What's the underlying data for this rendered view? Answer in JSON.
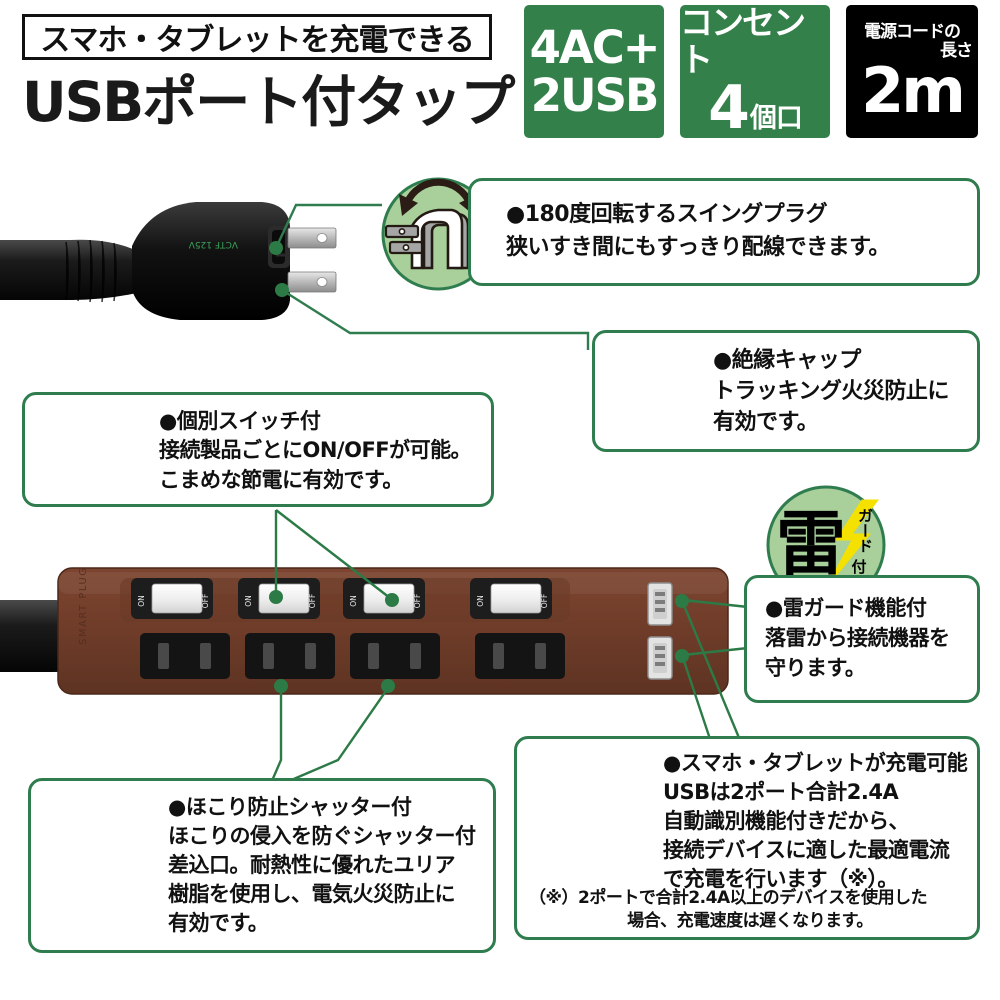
{
  "header": {
    "subtitle": "スマホ・タブレットを充電できる",
    "title": "USBポート付タップ",
    "badges": {
      "ac_usb": {
        "line1": "4AC+",
        "line2": "2USB",
        "color": "#34804a"
      },
      "outlet": {
        "line1": "コンセント",
        "count": "4",
        "unit": "個口",
        "color": "#34804a"
      },
      "cord": {
        "line1": "電源コードの",
        "line2": "長さ",
        "value": "2m",
        "color": "#000000"
      }
    }
  },
  "callouts": {
    "swing_plug": {
      "lead": "●180度回転するスイングプラグ",
      "line2": "狭いすき間にもすっきり配線できます。"
    },
    "insulation_cap": {
      "lead": "●絶縁キャップ",
      "line2": "トラッキング火災防止に",
      "line3": "有効です。"
    },
    "individual_switch": {
      "lead": "●個別スイッチ付",
      "line2": "接続製品ごとにON/OFFが可能。",
      "line3": "こまめな節電に有効です。"
    },
    "thunder_guard": {
      "badge_kanji": "雷",
      "badge_sub1": "ガード",
      "badge_sub2": "付",
      "lead": "●雷ガード機能付",
      "line2": "落雷から接続機器を",
      "line3": "守ります。"
    },
    "dust_shutter": {
      "lead": "●ほこり防止シャッター付",
      "line2": "ほこりの侵入を防ぐシャッター付",
      "line3": "差込口。耐熱性に優れたユリア",
      "line4": "樹脂を使用し、電気火災防止に",
      "line5": "有効です。"
    },
    "usb_charging": {
      "lead": "●スマホ・タブレットが充電可能",
      "line2": "USBは2ポート合計2.4A",
      "line3": "自動識別機能付きだから、",
      "line4": "接続デバイスに適した最適電流",
      "line5": "で充電を行います（※）。",
      "note1": "（※）2ポートで合計2.4A以上のデバイスを使用した",
      "note2": "場合、充電速度は遅くなります。"
    }
  },
  "product": {
    "switch_on_label": "ON",
    "switch_off_label": "OFF",
    "switch_count": 4,
    "outlet_count": 4,
    "usb_port_count": 2,
    "body_color": "#6f3d2a"
  },
  "theme": {
    "green_border": "#2f7d4f",
    "green_fill": "#a9cf9b",
    "badge_green": "#34804a",
    "bolt_yellow": "#f5e100",
    "ink": "#111111",
    "device_brown": "#3d2a22"
  }
}
